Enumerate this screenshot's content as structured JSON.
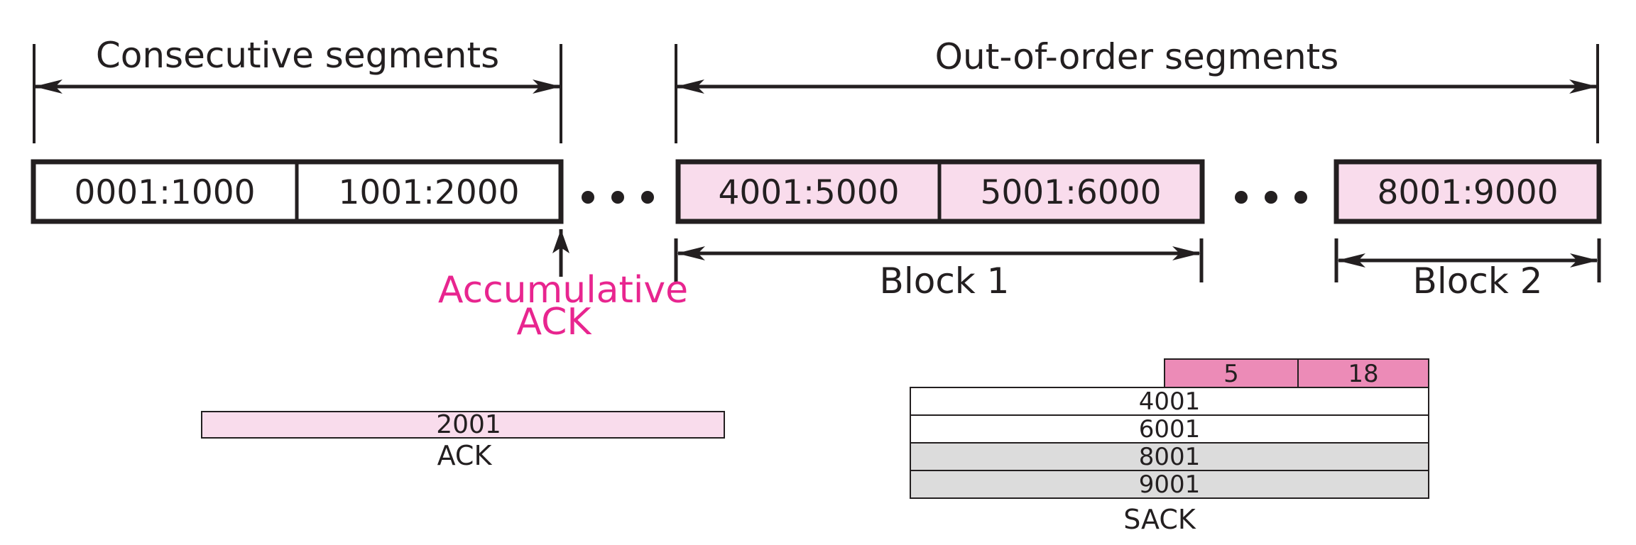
{
  "header": {
    "consecutive_label": "Consecutive segments",
    "out_of_order_label": "Out-of-order segments"
  },
  "segments": {
    "consecutive": [
      "0001:1000",
      "1001:2000"
    ],
    "block1": [
      "4001:5000",
      "5001:6000"
    ],
    "block2": [
      "8001:9000"
    ]
  },
  "block_labels": {
    "block1": "Block 1",
    "block2": "Block 2"
  },
  "accumulative_ack": {
    "line1": "Accumulative",
    "line2": "ACK"
  },
  "ack_packet": {
    "value": "2001",
    "caption": "ACK"
  },
  "sack_packet": {
    "header_values": [
      "5",
      "18"
    ],
    "rows": [
      "4001",
      "6001",
      "8001",
      "9001"
    ],
    "caption": "SACK"
  },
  "colors": {
    "pink_fill": "#f9dcec",
    "magenta_text": "#e8258f",
    "sack_header_fill": "#ec8bb7",
    "gray_fill": "#dcdcdc",
    "stroke": "#231f20"
  }
}
